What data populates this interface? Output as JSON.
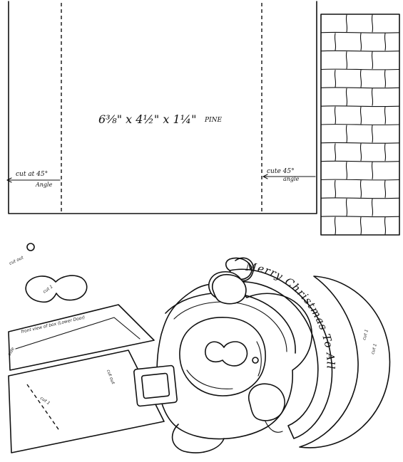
{
  "board_panel": {
    "dimension_label": "6⅜\" x 4½\" x 1¼\"",
    "material": "PINE",
    "left_cut": {
      "line1": "cut at 45°",
      "line2": "Angle"
    },
    "right_cut": {
      "line1": "cute 45°",
      "line2": "angle"
    }
  },
  "banner": {
    "text": "Merry Christmas To All",
    "words": [
      "Merry",
      "Christmas",
      "To",
      "All"
    ]
  },
  "small_labels": {
    "dot_note": "cut out",
    "mustache_note": "cut 1",
    "box_top_note": "front view of box (Lower Door)",
    "box_side_note": "side",
    "box_front_note": "cut out",
    "box_front_note2": "cut 1",
    "moon_note": "cut 1",
    "moon_note2": "cut 1"
  }
}
